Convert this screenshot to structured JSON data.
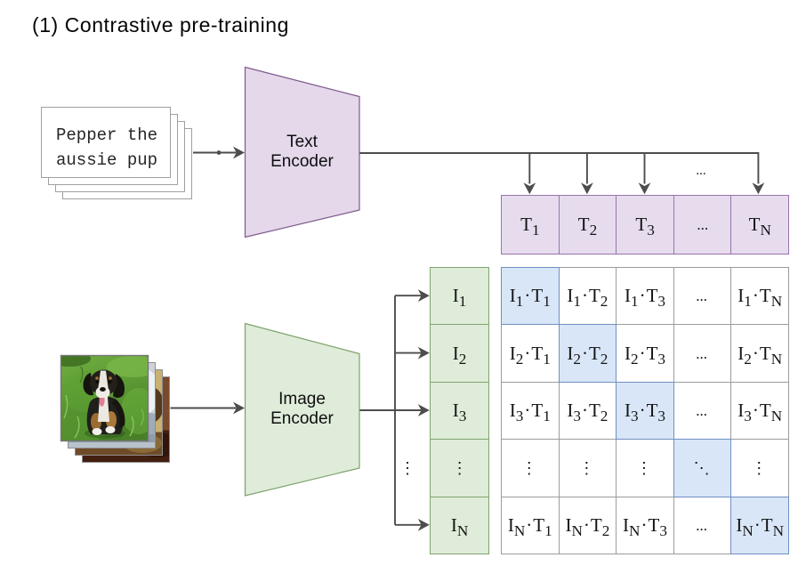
{
  "title": "(1) Contrastive pre-training",
  "text_stack": {
    "line1": "Pepper the",
    "line2": "aussie pup"
  },
  "encoders": {
    "text": {
      "line1": "Text",
      "line2": "Encoder"
    },
    "image": {
      "line1": "Image",
      "line2": "Encoder"
    }
  },
  "text_embeddings": [
    {
      "base": "T",
      "sub": "1"
    },
    {
      "base": "T",
      "sub": "2"
    },
    {
      "base": "T",
      "sub": "3"
    },
    {
      "base": "...",
      "sub": ""
    },
    {
      "base": "T",
      "sub": "N"
    }
  ],
  "image_embeddings": [
    {
      "base": "I",
      "sub": "1"
    },
    {
      "base": "I",
      "sub": "2"
    },
    {
      "base": "I",
      "sub": "3"
    },
    {
      "base": "⋮",
      "sub": ""
    },
    {
      "base": "I",
      "sub": "N"
    }
  ],
  "matrix": {
    "rows": [
      {
        "cells": [
          {
            "b1": "I",
            "s1": "1",
            "dot": "·",
            "b2": "T",
            "s2": "1"
          },
          {
            "b1": "I",
            "s1": "1",
            "dot": "·",
            "b2": "T",
            "s2": "2"
          },
          {
            "b1": "I",
            "s1": "1",
            "dot": "·",
            "b2": "T",
            "s2": "3"
          },
          {
            "b1": "...",
            "s1": "",
            "dot": "",
            "b2": "",
            "s2": ""
          },
          {
            "b1": "I",
            "s1": "1",
            "dot": "·",
            "b2": "T",
            "s2": "N"
          }
        ]
      },
      {
        "cells": [
          {
            "b1": "I",
            "s1": "2",
            "dot": "·",
            "b2": "T",
            "s2": "1"
          },
          {
            "b1": "I",
            "s1": "2",
            "dot": "·",
            "b2": "T",
            "s2": "2"
          },
          {
            "b1": "I",
            "s1": "2",
            "dot": "·",
            "b2": "T",
            "s2": "3"
          },
          {
            "b1": "...",
            "s1": "",
            "dot": "",
            "b2": "",
            "s2": ""
          },
          {
            "b1": "I",
            "s1": "2",
            "dot": "·",
            "b2": "T",
            "s2": "N"
          }
        ]
      },
      {
        "cells": [
          {
            "b1": "I",
            "s1": "3",
            "dot": "·",
            "b2": "T",
            "s2": "1"
          },
          {
            "b1": "I",
            "s1": "3",
            "dot": "·",
            "b2": "T",
            "s2": "2"
          },
          {
            "b1": "I",
            "s1": "3",
            "dot": "·",
            "b2": "T",
            "s2": "3"
          },
          {
            "b1": "...",
            "s1": "",
            "dot": "",
            "b2": "",
            "s2": ""
          },
          {
            "b1": "I",
            "s1": "3",
            "dot": "·",
            "b2": "T",
            "s2": "N"
          }
        ]
      },
      {
        "cells": [
          {
            "b1": "⋮",
            "s1": "",
            "dot": "",
            "b2": "",
            "s2": ""
          },
          {
            "b1": "⋮",
            "s1": "",
            "dot": "",
            "b2": "",
            "s2": ""
          },
          {
            "b1": "⋮",
            "s1": "",
            "dot": "",
            "b2": "",
            "s2": ""
          },
          {
            "b1": "⋱",
            "s1": "",
            "dot": "",
            "b2": "",
            "s2": ""
          },
          {
            "b1": "⋮",
            "s1": "",
            "dot": "",
            "b2": "",
            "s2": ""
          }
        ]
      },
      {
        "cells": [
          {
            "b1": "I",
            "s1": "N",
            "dot": "·",
            "b2": "T",
            "s2": "1"
          },
          {
            "b1": "I",
            "s1": "N",
            "dot": "·",
            "b2": "T",
            "s2": "2"
          },
          {
            "b1": "I",
            "s1": "N",
            "dot": "·",
            "b2": "T",
            "s2": "3"
          },
          {
            "b1": "...",
            "s1": "",
            "dot": "",
            "b2": "",
            "s2": ""
          },
          {
            "b1": "I",
            "s1": "N",
            "dot": "·",
            "b2": "T",
            "s2": "N"
          }
        ]
      }
    ]
  },
  "ellipsis": {
    "between_text_arrows": "...",
    "beside_image_column": "⋮"
  },
  "colors": {
    "purple_fill": "#e6dcee",
    "purple_border": "#9b73ac",
    "green_fill": "#dfecd9",
    "green_border": "#7fa46f",
    "blue_fill": "#d9e6f7",
    "blue_border": "#7090c2",
    "gray_border": "#9c9c9c",
    "arrow": "#4d4d4d",
    "card_border": "#a0a0a0",
    "text": "#141414"
  }
}
